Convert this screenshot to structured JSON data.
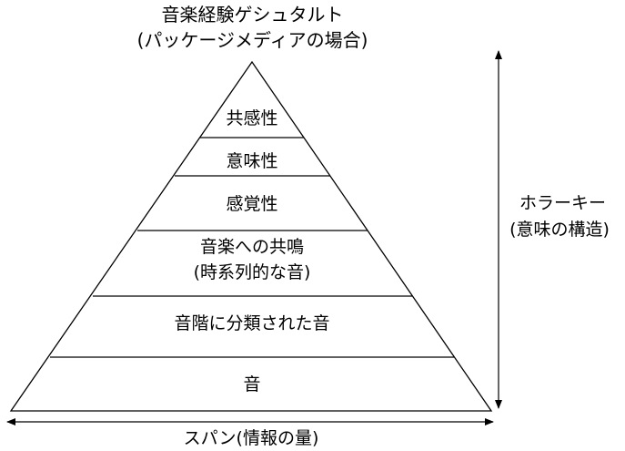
{
  "title": {
    "line1": "音楽経験ゲシュタルト",
    "line2": "(パッケージメディアの場合)"
  },
  "levels": [
    {
      "label": "共感性"
    },
    {
      "label": "意味性"
    },
    {
      "label": "感覚性"
    },
    {
      "label": "音楽への共鳴",
      "label2": "(時系列的な音)"
    },
    {
      "label": "音階に分類された音"
    },
    {
      "label": "音"
    }
  ],
  "vertical_axis": {
    "line1": "ホラーキー",
    "line2": "(意味の構造)"
  },
  "horizontal_axis": {
    "label": "スパン(情報の量)"
  },
  "colors": {
    "stroke": "#000000",
    "background": "#ffffff"
  }
}
